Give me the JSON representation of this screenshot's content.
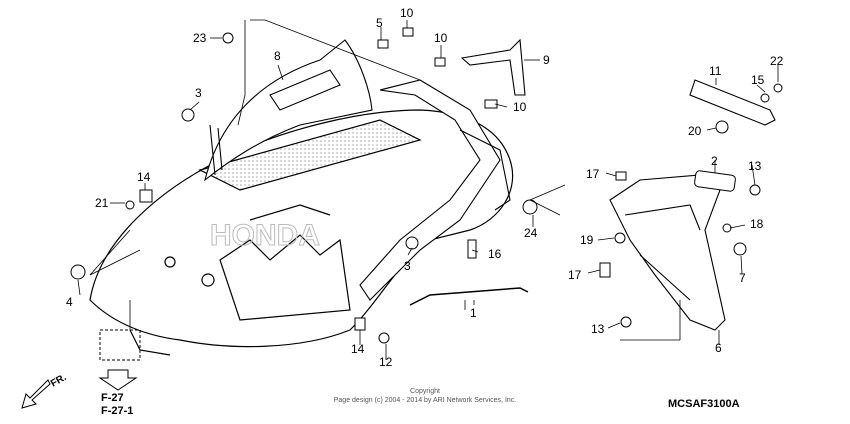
{
  "diagram": {
    "callouts": [
      "1",
      "2",
      "3",
      "3",
      "4",
      "5",
      "6",
      "7",
      "8",
      "9",
      "10",
      "10",
      "10",
      "11",
      "12",
      "13",
      "13",
      "14",
      "14",
      "15",
      "16",
      "17",
      "17",
      "18",
      "19",
      "20",
      "21",
      "22",
      "23",
      "24"
    ],
    "footer": {
      "copyright": "Copyright",
      "line": "Page design (c) 2004 - 2014 by ARI Network Services, Inc."
    },
    "diagram_code": "MCSAF3100A",
    "refs": [
      "F-27",
      "F-27-1"
    ],
    "direction_label": "FR.",
    "watermark": "HONDA"
  }
}
